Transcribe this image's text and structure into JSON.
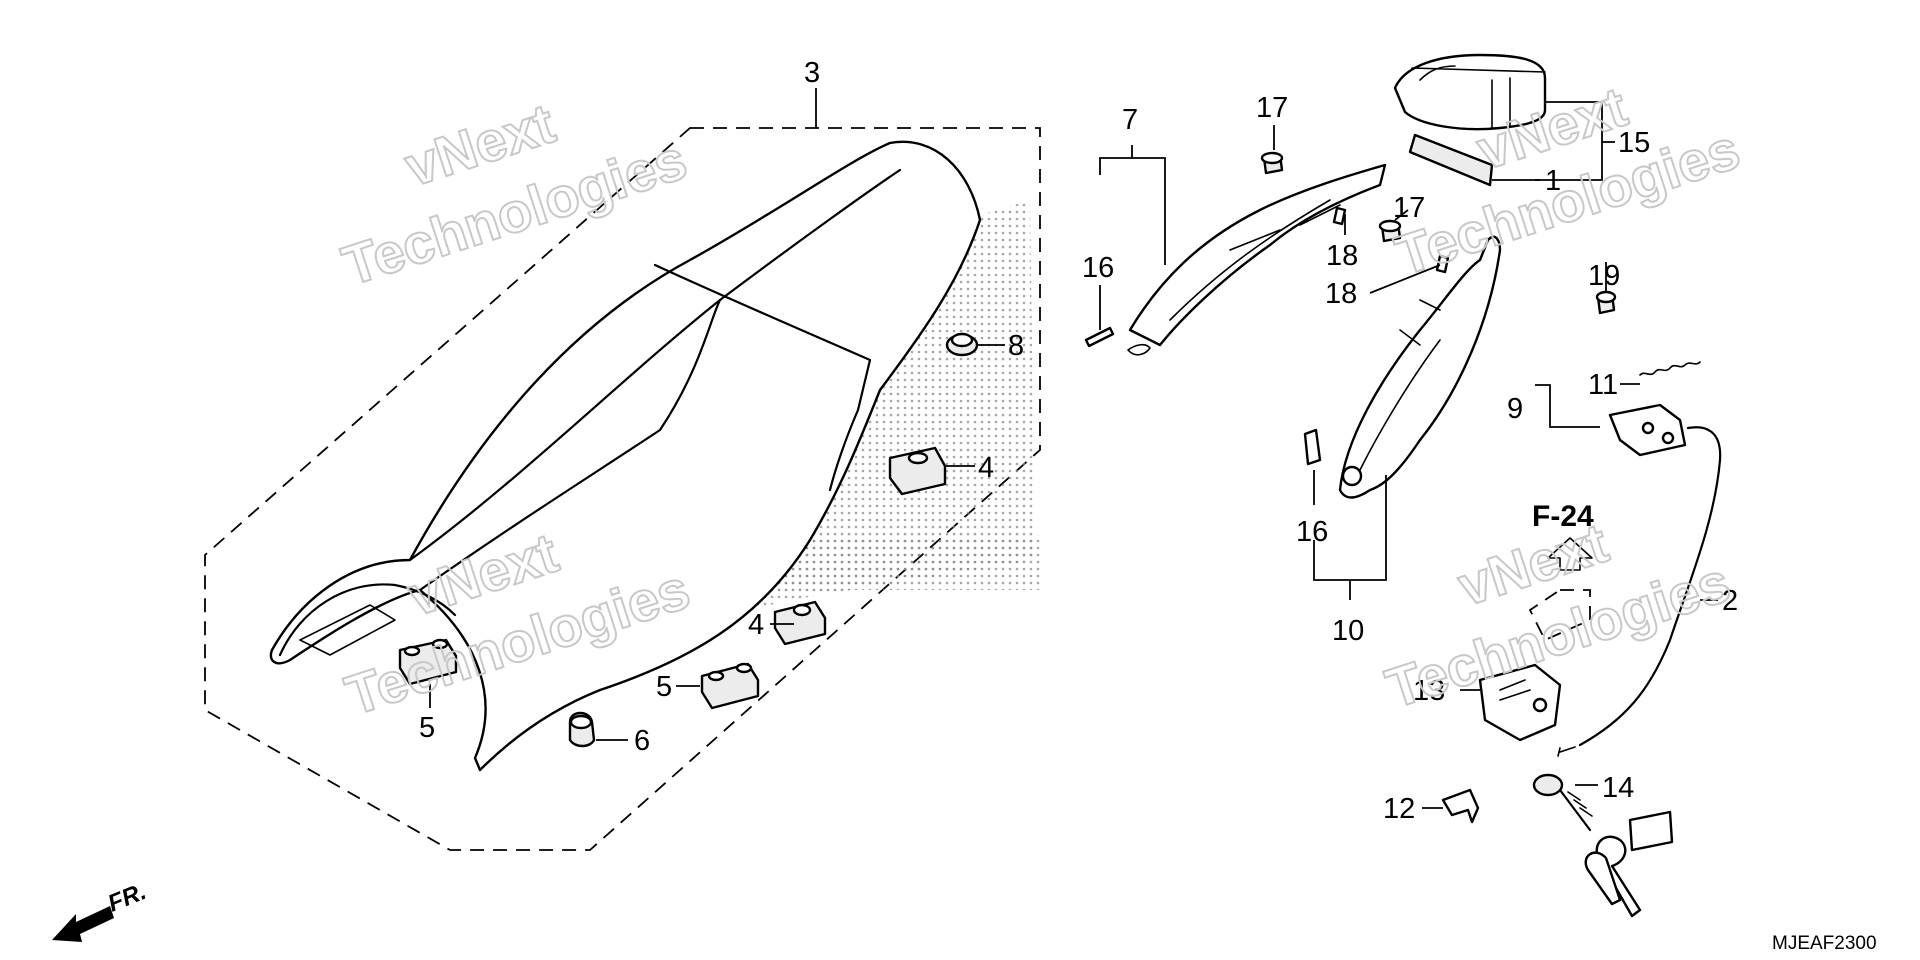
{
  "diagram": {
    "code": "MJEAF2300",
    "front_indicator": "FR.",
    "reference": "F-24",
    "watermark": [
      "vNext",
      "Technologies"
    ],
    "callouts": [
      "3",
      "8",
      "4",
      "4",
      "5",
      "5",
      "6",
      "7",
      "16",
      "17",
      "17",
      "18",
      "18",
      "16",
      "10",
      "15",
      "1",
      "19",
      "11",
      "9",
      "2",
      "13",
      "12",
      "14"
    ]
  }
}
